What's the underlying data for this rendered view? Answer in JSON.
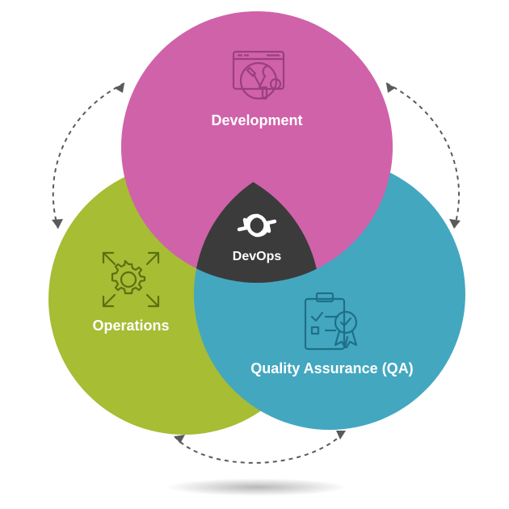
{
  "diagram": {
    "type": "venn",
    "circles": [
      {
        "key": "development",
        "label": "Development",
        "color": "#d062a9",
        "icon": "code-tools-icon",
        "icon_color": "#9b3f7e"
      },
      {
        "key": "operations",
        "label": "Operations",
        "color": "#a6bd34",
        "icon": "gear-expand-icon",
        "icon_color": "#5f6e12"
      },
      {
        "key": "qa",
        "label": "Quality Assurance (QA)",
        "color": "#43a7c0",
        "icon": "clipboard-badge-icon",
        "icon_color": "#1f6f86"
      }
    ],
    "center": {
      "label": "DevOps",
      "color": "#3b3b3b",
      "icon": "sync-icon",
      "icon_color": "#ffffff"
    },
    "arrows": [
      {
        "key": "dev-ops",
        "between": [
          "development",
          "operations"
        ],
        "style": "dashed",
        "bidirectional": true
      },
      {
        "key": "dev-qa",
        "between": [
          "development",
          "qa"
        ],
        "style": "dashed",
        "bidirectional": true
      },
      {
        "key": "ops-qa",
        "between": [
          "operations",
          "qa"
        ],
        "style": "dashed",
        "bidirectional": true
      }
    ]
  }
}
